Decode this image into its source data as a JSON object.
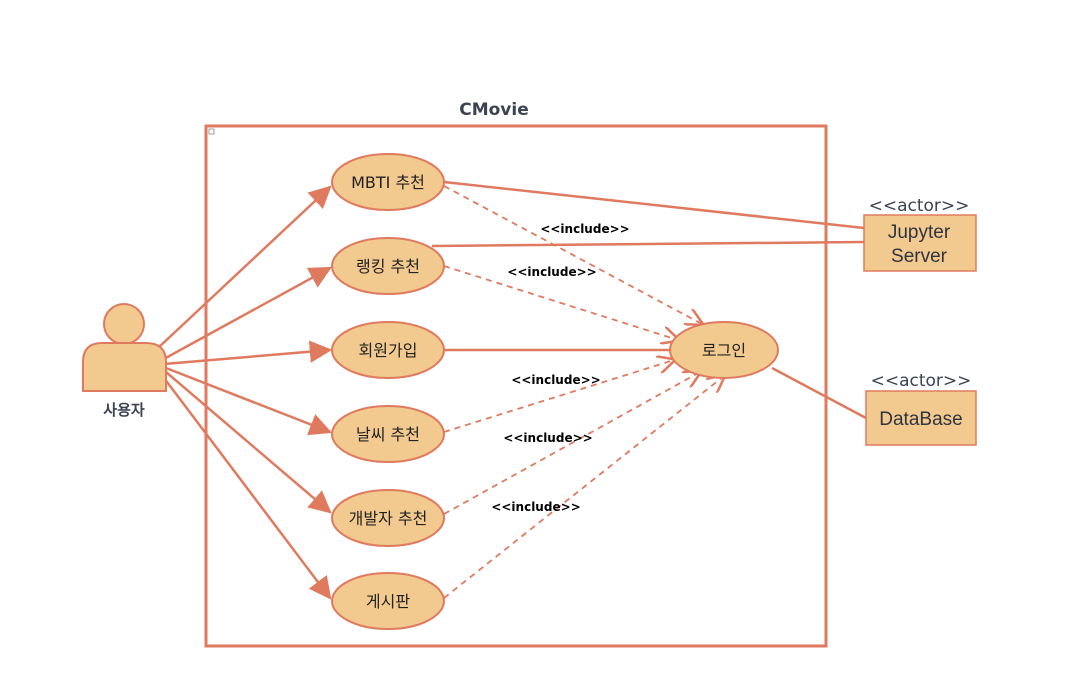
{
  "diagram": {
    "title": "CMovie",
    "colors": {
      "stroke": "#e07a5f",
      "fill": "#f2c98e",
      "boundary": "#e07a5f"
    },
    "user_actor": {
      "label": "사용자"
    },
    "use_cases": {
      "mbti": "MBTI 추천",
      "ranking": "랭킹 추천",
      "signup": "회원가입",
      "weather": "날씨 추천",
      "developer": "개발자 추천",
      "board": "게시판",
      "login": "로그인"
    },
    "external_actors": {
      "jupyter": {
        "stereotype": "<<actor>>",
        "line1": "Jupyter",
        "line2": "Server"
      },
      "database": {
        "stereotype": "<<actor>>",
        "name": "DataBase"
      }
    },
    "include_label": "<<include>>"
  }
}
